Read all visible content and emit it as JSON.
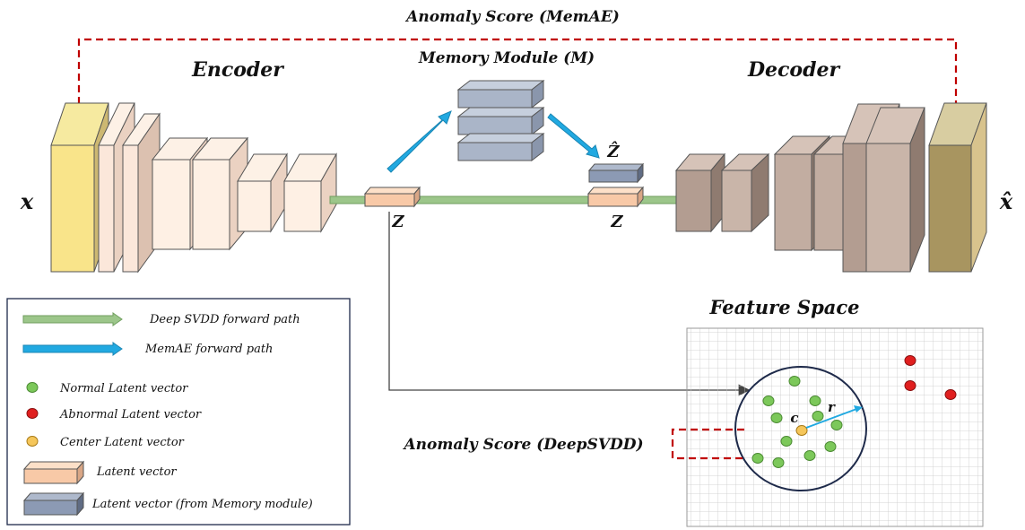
{
  "titles": {
    "memae_score": "Anomaly Score (MemAE)",
    "memory_module": "Memory Module (M)",
    "encoder": "Encoder",
    "decoder": "Decoder",
    "feature_space": "Feature Space",
    "deepsvdd_score": "Anomaly Score (DeepSVDD)"
  },
  "symbols": {
    "input": "x",
    "output": "x̂",
    "latent_z_left": "Z",
    "latent_z_right": "Z",
    "latent_z_hat": "Ẑ",
    "center": "c",
    "radius": "r"
  },
  "legend": {
    "items": [
      {
        "label": "Deep SVDD forward path",
        "kind": "green-arrow"
      },
      {
        "label": "MemAE forward path",
        "kind": "blue-arrow"
      },
      {
        "label": "Normal Latent vector",
        "kind": "green-dot"
      },
      {
        "label": "Abnormal Latent vector",
        "kind": "red-dot"
      },
      {
        "label": "Center Latent vector",
        "kind": "yellow-dot"
      },
      {
        "label": "Latent vector",
        "kind": "latent-box"
      },
      {
        "label": "Latent vector (from Memory module)",
        "kind": "memory-box"
      }
    ]
  },
  "colors": {
    "green_path": "#9cc68a",
    "blue_path": "#21a9e1",
    "normal": "#7cc85a",
    "abnormal": "#e01f1f",
    "center": "#f5c65a",
    "latent": "#f8c9a7",
    "memory": "#8c9ab4",
    "dashed": "#c00000"
  }
}
